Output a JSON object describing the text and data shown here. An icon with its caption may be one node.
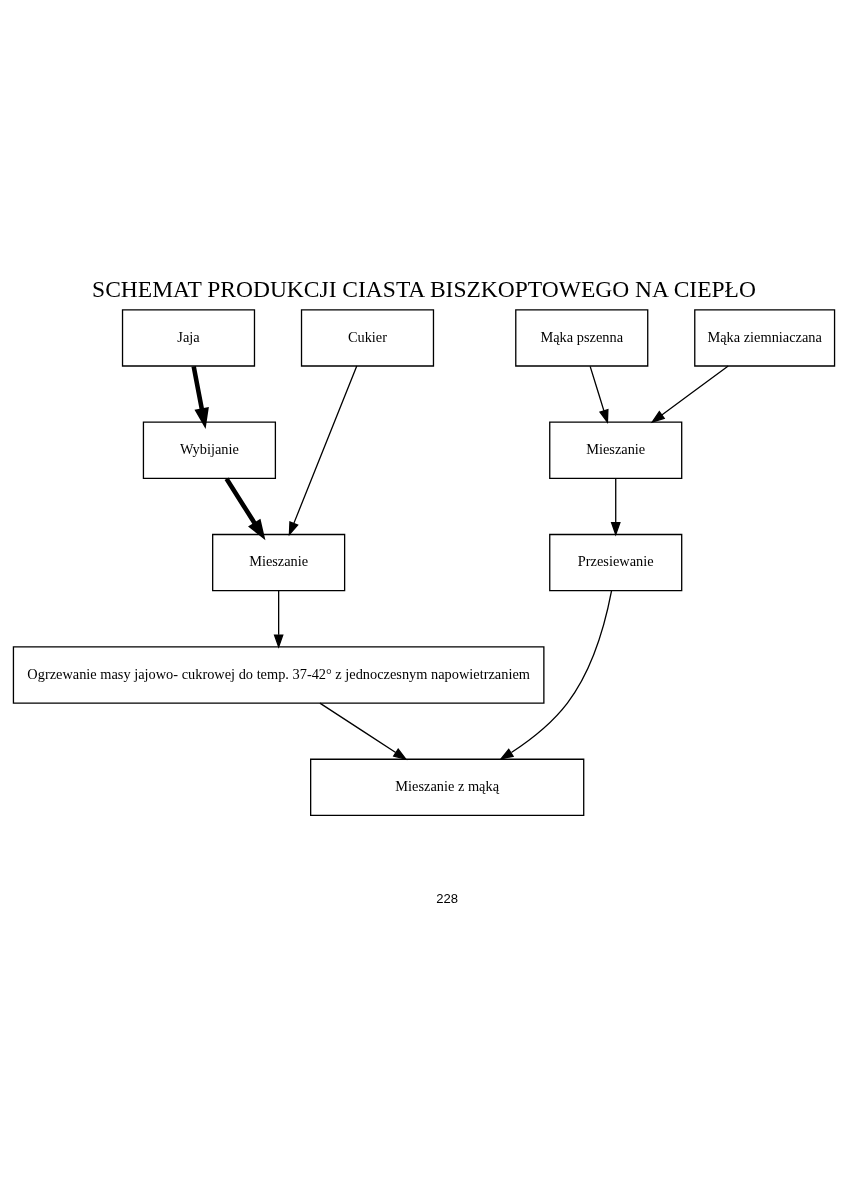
{
  "diagram": {
    "title": "SCHEMAT PRODUKCJI CIASTA BISZKOPTOWEGO NA CIEPŁO",
    "nodes": [
      {
        "text": [
          "Jaja"
        ]
      },
      {
        "text": [
          "Cukier"
        ]
      },
      {
        "text": [
          "Mąka pszenna"
        ]
      },
      {
        "text": [
          "Mąka ziemniaczana"
        ]
      },
      {
        "text": [
          "Wybijanie"
        ]
      },
      {
        "text": [
          "Mieszanie"
        ]
      },
      {
        "text": [
          "Mieszanie"
        ]
      },
      {
        "text": [
          "Przesiewanie"
        ]
      },
      {
        "text": [
          "Ogrzewanie masy jajowo- cukrowej do temp. 37-42° z jednoczesnym napowietrzaniem"
        ]
      },
      {
        "text": [
          "Mieszanie z mąką"
        ]
      }
    ],
    "edges": [
      {
        "from": 0,
        "to": 4,
        "arrow": "to",
        "style": "thick"
      },
      {
        "from": 2,
        "to": 5,
        "arrow": "to"
      },
      {
        "from": 3,
        "to": 5,
        "arrow": "to"
      },
      {
        "from": 4,
        "to": 6,
        "arrow": "to",
        "style": "thick"
      },
      {
        "from": 1,
        "to": 6,
        "arrow": "to"
      },
      {
        "from": 5,
        "to": 7,
        "arrow": "to"
      },
      {
        "from": 6,
        "to": 8,
        "arrow": "to"
      },
      {
        "from": 8,
        "to": 9,
        "arrow": "to"
      },
      {
        "from": 7,
        "to": 9,
        "arrow": "to"
      }
    ],
    "labels": [
      "228"
    ]
  }
}
